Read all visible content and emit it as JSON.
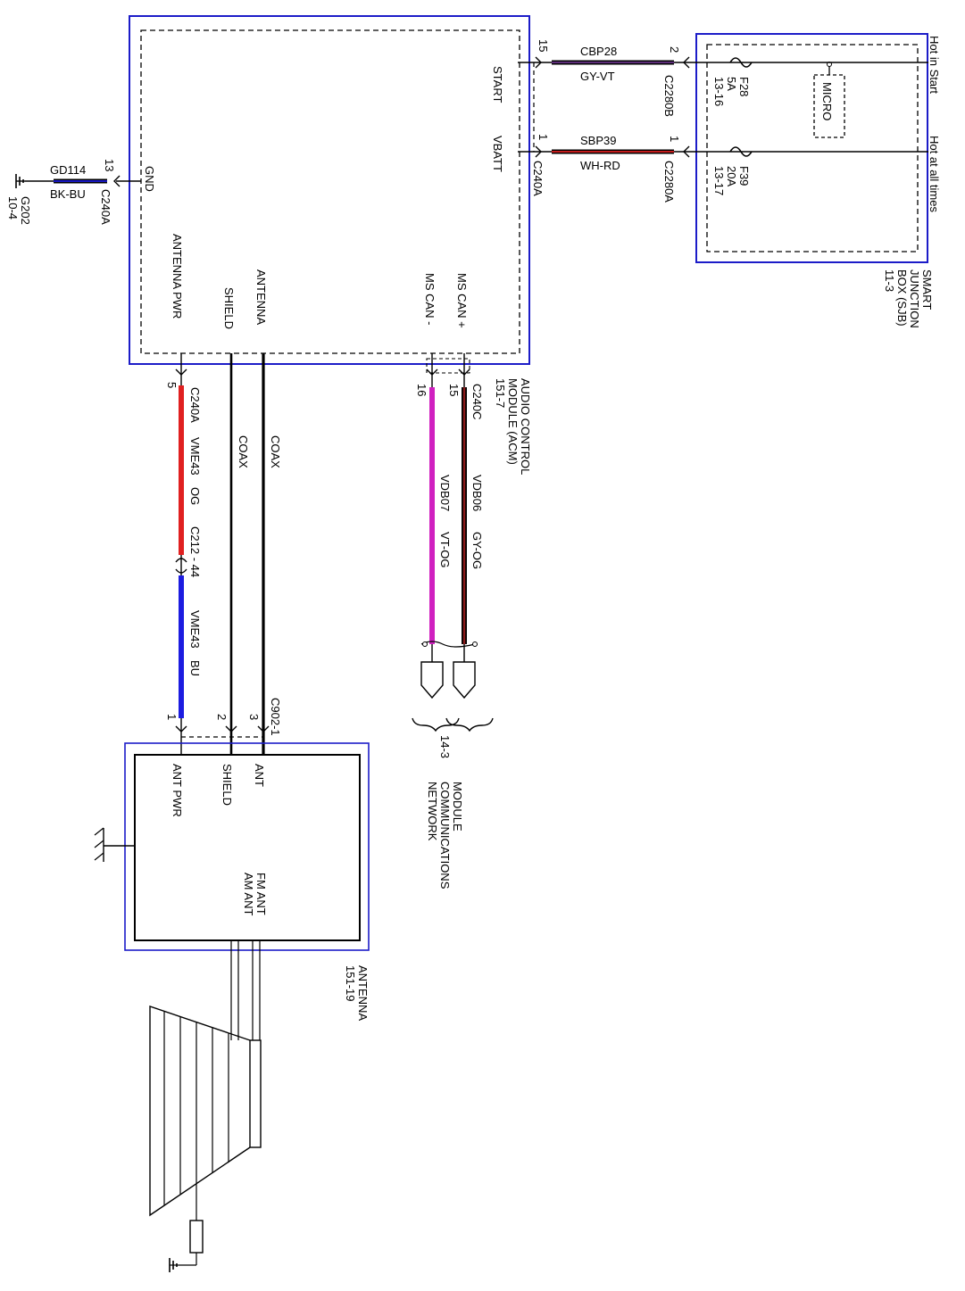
{
  "acm": {
    "name_line1": "AUDIO CONTROL",
    "name_line2": "MODULE (ACM)",
    "ref": "151-7",
    "pins": {
      "start": "START",
      "vbatt": "VBATT",
      "gnd": "GND",
      "antenna_pwr": "ANTENNA PWR",
      "shield": "SHIELD",
      "antenna": "ANTENNA",
      "ms_can_minus": "MS CAN -",
      "ms_can_plus": "MS CAN +"
    }
  },
  "sjb": {
    "name_line1": "SMART",
    "name_line2": "JUNCTION",
    "name_line3": "BOX (SJB)",
    "ref": "11-3",
    "hot_start": "Hot in Start",
    "hot_always": "Hot at all times",
    "micro": "MICRO",
    "fuse_f28": {
      "id": "F28",
      "rating": "5A",
      "ref": "13-16"
    },
    "fuse_f39": {
      "id": "F39",
      "rating": "20A",
      "ref": "13-17"
    }
  },
  "wires": {
    "cbp28": {
      "circuit": "CBP28",
      "color_code": "GY-VT",
      "pin_left": "15",
      "pin_right": "2",
      "connector_right": "C2280B"
    },
    "sbp39": {
      "circuit": "SBP39",
      "color_code": "WH-RD",
      "pin_left": "1",
      "pin_right": "1",
      "connector_left": "C240A",
      "connector_right": "C2280A"
    },
    "gd114": {
      "circuit": "GD114",
      "color_code": "BK-BU",
      "pin": "13",
      "connector": "C240A",
      "ground": "G202",
      "ground_ref": "10-4"
    },
    "vme43_upper": {
      "connector": "C240A",
      "pin": "5",
      "circuit": "VME43",
      "color_code": "OG",
      "inline": "C212 - 44"
    },
    "vme43_lower": {
      "circuit": "VME43",
      "color_code": "BU",
      "pin": "1"
    },
    "coax_shield": {
      "label": "COAX",
      "pin": "2"
    },
    "coax_antenna": {
      "label": "COAX",
      "pin": "3"
    },
    "vdb07": {
      "pin": "16",
      "circuit": "VDB07",
      "color_code": "VT-OG"
    },
    "vdb06": {
      "pin": "15",
      "connector": "C240C",
      "circuit": "VDB06",
      "color_code": "GY-OG"
    }
  },
  "network": {
    "ref": "14-3",
    "line1": "MODULE",
    "line2": "COMMUNICATIONS",
    "line3": "NETWORK"
  },
  "antenna_module": {
    "connector": "C902-1",
    "name": "ANTENNA",
    "ref": "151-19",
    "pins": {
      "ant_pwr": "ANT PWR",
      "shield": "SHIELD",
      "ant": "ANT",
      "fm_ant": "FM ANT",
      "am_ant": "AM ANT"
    }
  },
  "colors": {
    "box_border": "#1c1cc8",
    "wire_red": "#e02020",
    "wire_blue": "#1c1ce0",
    "wire_magenta": "#d020c0",
    "wire_brown": "#8b1a1a",
    "wire_black": "#000000"
  }
}
